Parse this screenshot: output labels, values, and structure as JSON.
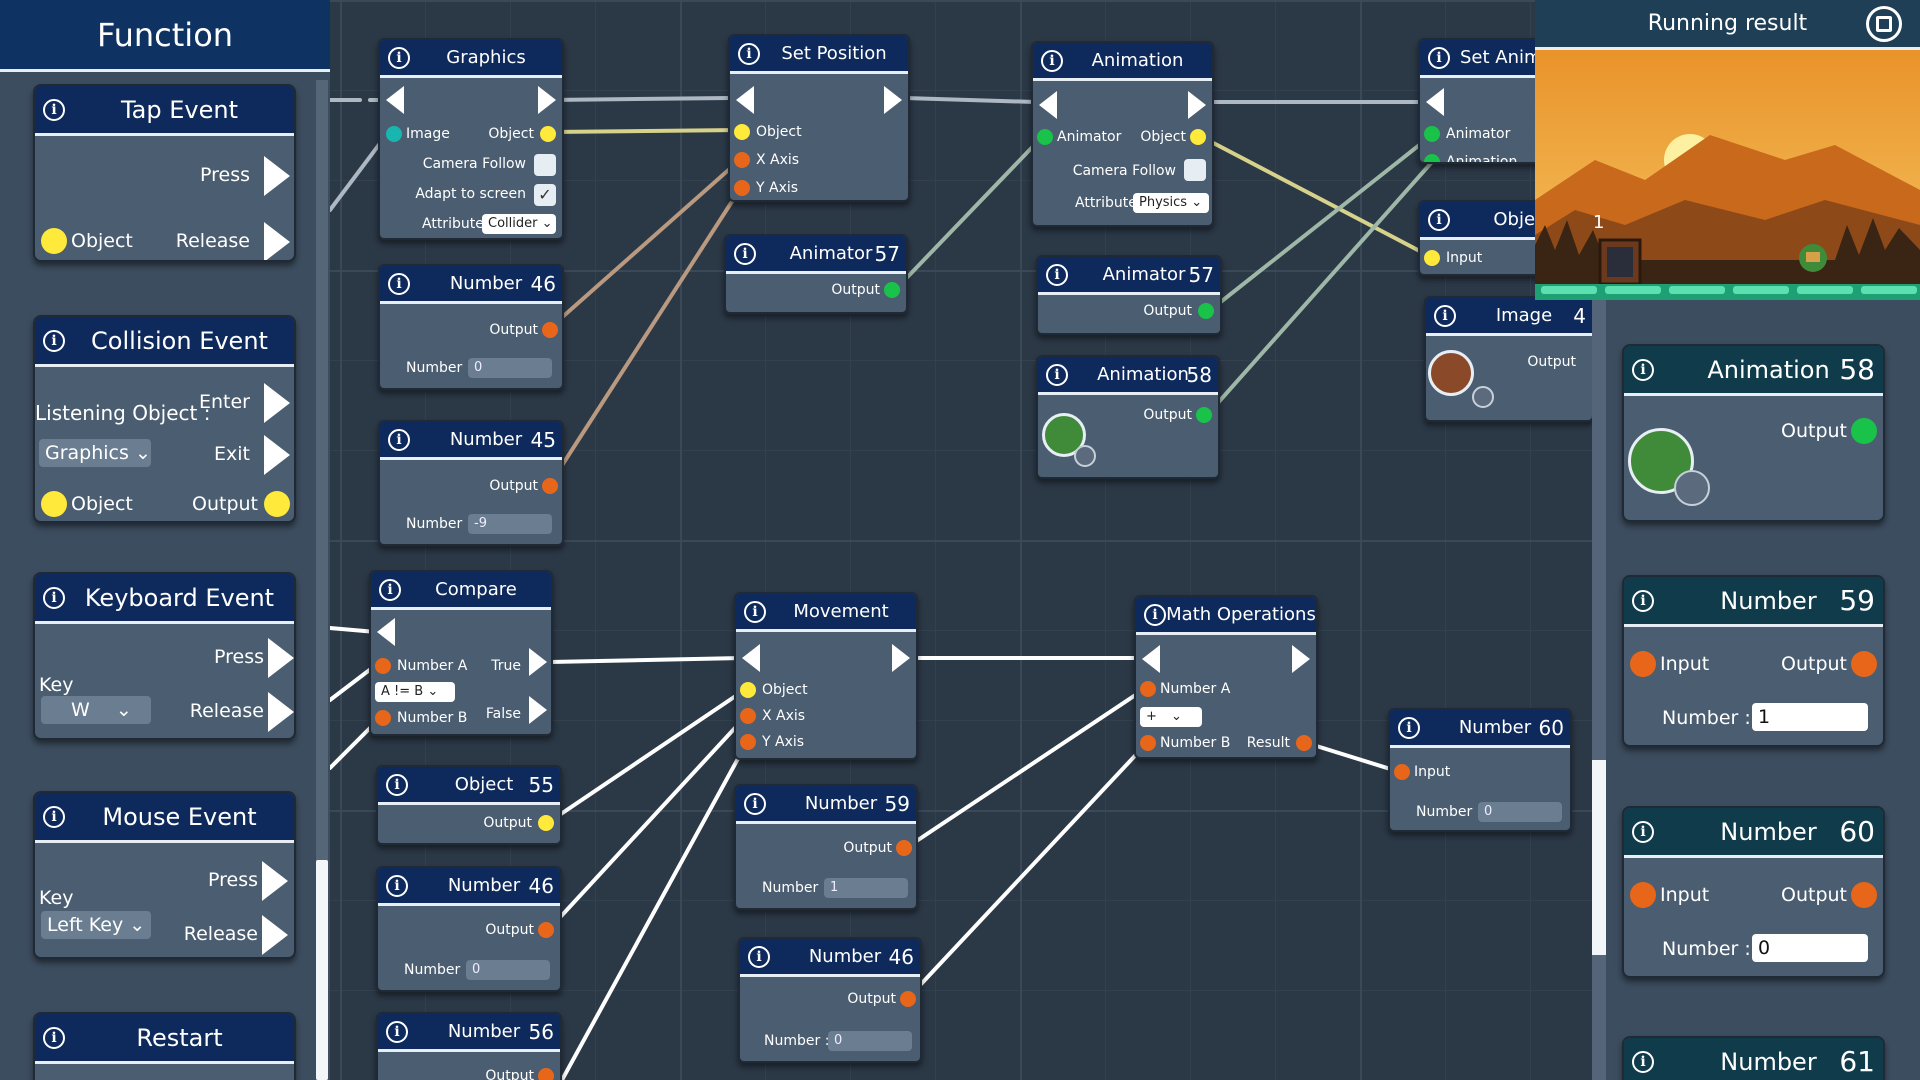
{
  "function_panel": {
    "title": "Function",
    "tap_event": {
      "title": "Tap Event",
      "press": "Press",
      "release": "Release",
      "object": "Object"
    },
    "collision_event": {
      "title": "Collision Event",
      "listening": "Listening Object :",
      "enter": "Enter",
      "exit": "Exit",
      "dropdown": "Graphics",
      "object": "Object",
      "output": "Output"
    },
    "keyboard_event": {
      "title": "Keyboard Event",
      "key": "Key",
      "key_value": "W",
      "press": "Press",
      "release": "Release"
    },
    "mouse_event": {
      "title": "Mouse Event",
      "key": "Key",
      "key_value": "Left Key",
      "press": "Press",
      "release": "Release"
    },
    "restart": {
      "title": "Restart"
    }
  },
  "nodes": {
    "graphics": {
      "title": "Graphics",
      "image": "Image",
      "object": "Object",
      "camera_follow": "Camera Follow",
      "adapt": "Adapt to screen",
      "attribute": "Attribute",
      "attribute_value": "Collider"
    },
    "num46a": {
      "title": "Number",
      "id": "46",
      "output": "Output",
      "label": "Number :",
      "value": "0"
    },
    "num45": {
      "title": "Number",
      "id": "45",
      "output": "Output",
      "label": "Number :",
      "value": "-9"
    },
    "setpos": {
      "title": "Set Position",
      "object": "Object",
      "x": "X Axis",
      "y": "Y Axis"
    },
    "anim57a": {
      "title": "Animator",
      "id": "57",
      "output": "Output"
    },
    "animation": {
      "title": "Animation",
      "animator": "Animator",
      "object": "Object",
      "camera_follow": "Camera Follow",
      "attribute": "Attribute",
      "attribute_value": "Physics"
    },
    "anim57b": {
      "title": "Animator",
      "id": "57",
      "output": "Output"
    },
    "anim58": {
      "title": "Animation",
      "id": "58",
      "output": "Output"
    },
    "setanim": {
      "title": "Set Anim",
      "animator": "Animator",
      "animation": "Animation"
    },
    "obj_r": {
      "title": "Object",
      "input": "Input"
    },
    "img_r": {
      "title": "Image",
      "id": "4",
      "output": "Output"
    },
    "compare": {
      "title": "Compare",
      "a": "Number A",
      "op": "A != B",
      "b": "Number B",
      "true": "True",
      "false": "False"
    },
    "obj55": {
      "title": "Object",
      "id": "55",
      "output": "Output"
    },
    "num46b": {
      "title": "Number",
      "id": "46",
      "output": "Output",
      "label": "Number :",
      "value": "0"
    },
    "num56": {
      "title": "Number",
      "id": "56",
      "output": "Output"
    },
    "movement": {
      "title": "Movement",
      "object": "Object",
      "x": "X Axis",
      "y": "Y Axis"
    },
    "num59": {
      "title": "Number",
      "id": "59",
      "output": "Output",
      "label": "Number :",
      "value": "1"
    },
    "num46c": {
      "title": "Number",
      "id": "46",
      "output": "Output",
      "label": "Number :",
      "value": "0"
    },
    "math": {
      "title": "Math Operations",
      "a": "Number A",
      "op": "+",
      "b": "Number B",
      "result": "Result"
    },
    "num60": {
      "title": "Number",
      "id": "60",
      "input": "Input",
      "label": "Number :",
      "value": "0"
    }
  },
  "running": {
    "title": "Running result",
    "score": "1"
  },
  "right_panel": {
    "animation58": {
      "title": "Animation",
      "id": "58",
      "output": "Output"
    },
    "number59": {
      "title": "Number",
      "id": "59",
      "input": "Input",
      "output": "Output",
      "label": "Number :",
      "value": "1"
    },
    "number60": {
      "title": "Number",
      "id": "60",
      "input": "Input",
      "output": "Output",
      "label": "Number :",
      "value": "0"
    },
    "number61": {
      "title": "Number",
      "id": "61"
    }
  }
}
